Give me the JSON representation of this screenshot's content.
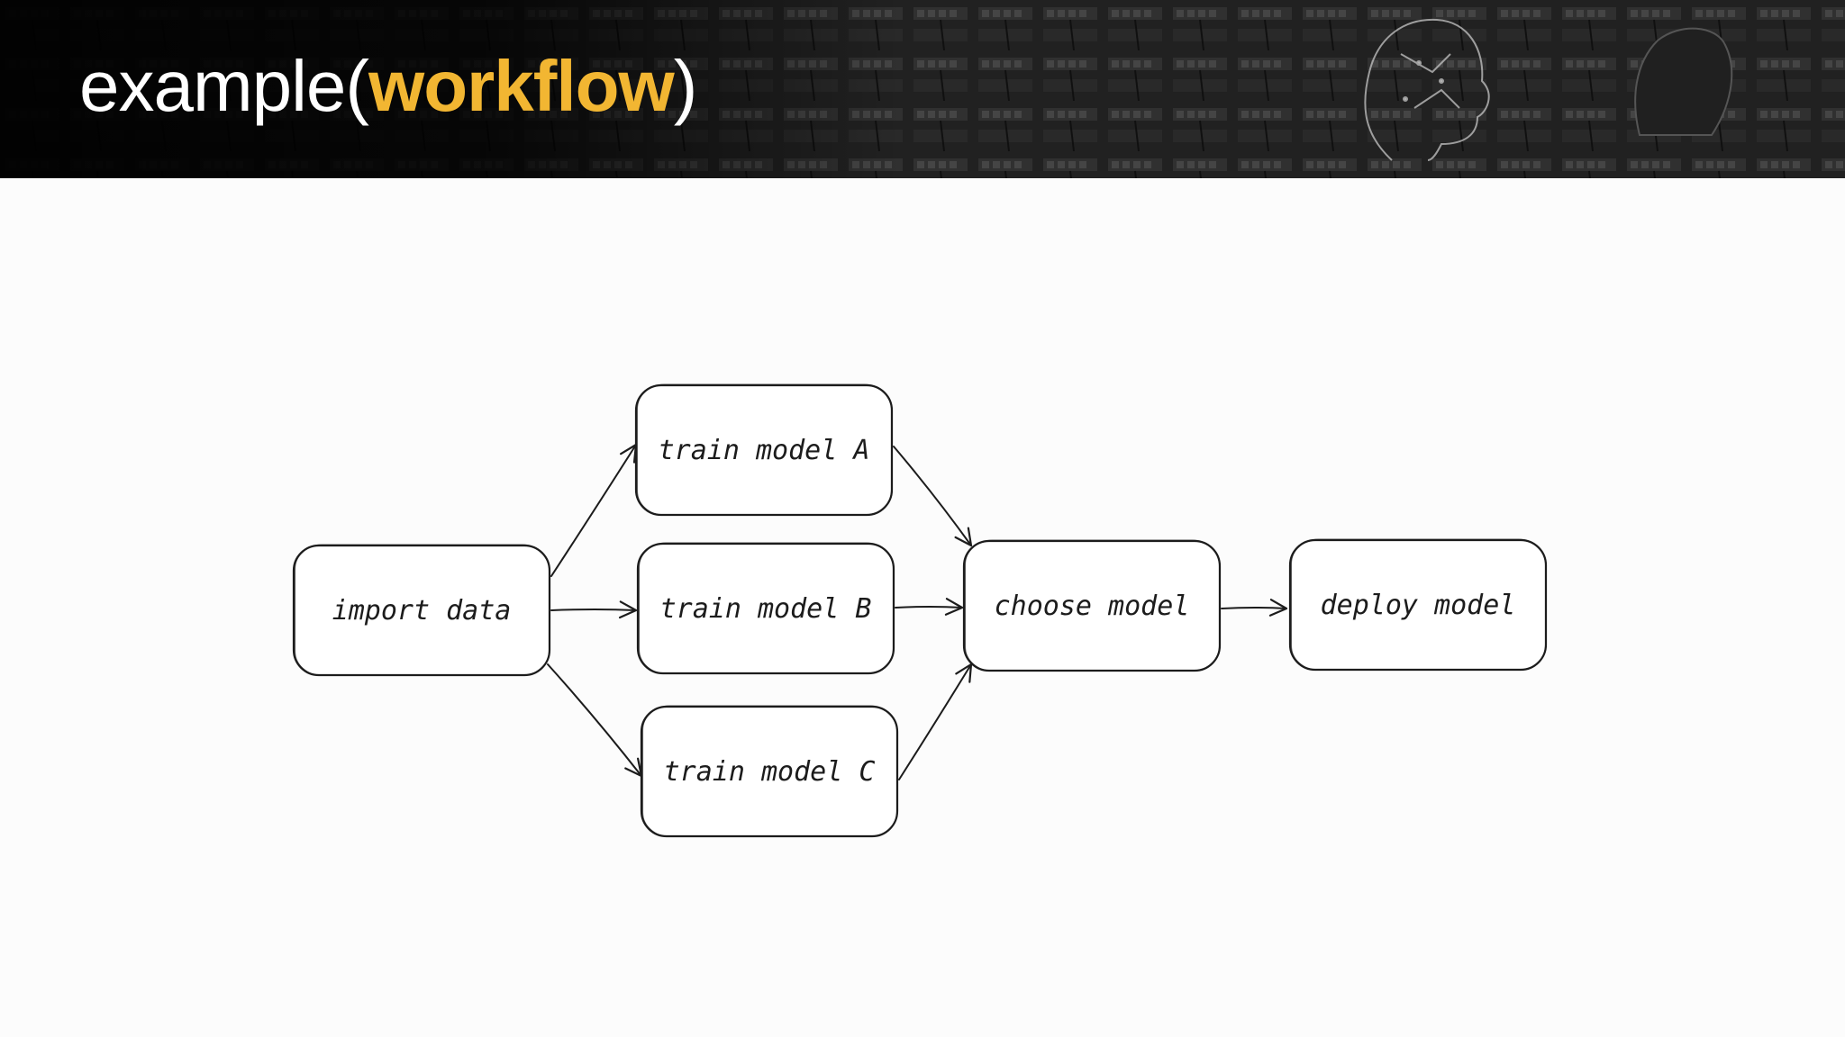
{
  "slide": {
    "title_prefix": "example(",
    "title_accent": "workflow",
    "title_suffix": ")"
  },
  "colors": {
    "accent": "#f2b632",
    "banner": "#2b2b2b",
    "background": "#fcfcfc",
    "stroke": "#1c1c1c"
  },
  "diagram": {
    "nodes": [
      {
        "id": "import",
        "label": "import data"
      },
      {
        "id": "trainA",
        "label": "train model A"
      },
      {
        "id": "trainB",
        "label": "train model B"
      },
      {
        "id": "trainC",
        "label": "train model C"
      },
      {
        "id": "choose",
        "label": "choose model"
      },
      {
        "id": "deploy",
        "label": "deploy model"
      }
    ],
    "edges": [
      {
        "from": "import",
        "to": "trainA"
      },
      {
        "from": "import",
        "to": "trainB"
      },
      {
        "from": "import",
        "to": "trainC"
      },
      {
        "from": "trainA",
        "to": "choose"
      },
      {
        "from": "trainB",
        "to": "choose"
      },
      {
        "from": "trainC",
        "to": "choose"
      },
      {
        "from": "choose",
        "to": "deploy"
      }
    ]
  }
}
